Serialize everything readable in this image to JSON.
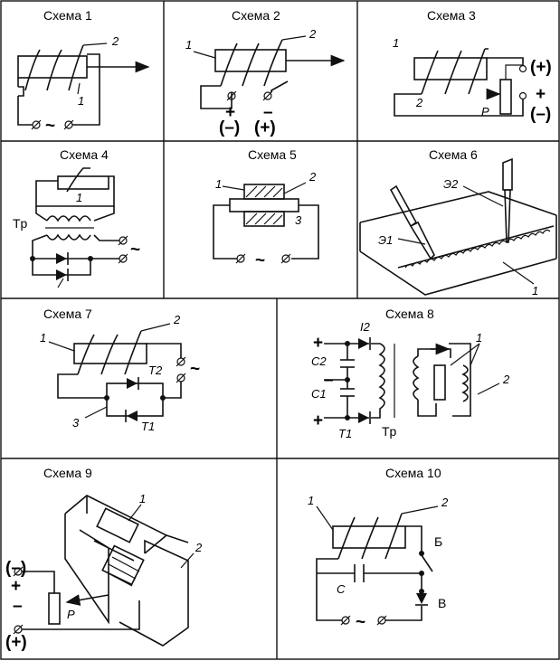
{
  "panels": [
    {
      "title": "Схема 1",
      "labels": {
        "n1": "1",
        "n2": "2",
        "ac": "~"
      }
    },
    {
      "title": "Схема 2",
      "labels": {
        "n1": "1",
        "n2": "2",
        "plus": "+",
        "minus_paren": "(–)",
        "minus": "–",
        "plus_paren": "(+)"
      }
    },
    {
      "title": "Схема 3",
      "labels": {
        "n1": "1",
        "n2": "2",
        "p": "P",
        "plus_paren": "(+)",
        "plus": "+",
        "minus_paren": "(–)"
      }
    },
    {
      "title": "Схема 4",
      "labels": {
        "n1": "1",
        "tr": "Tp",
        "ac": "~"
      }
    },
    {
      "title": "Схема 5",
      "labels": {
        "n1": "1",
        "n2": "2",
        "n3": "3",
        "ac": "~"
      }
    },
    {
      "title": "Схема 6",
      "labels": {
        "e1": "Э1",
        "e2": "Э2",
        "n1": "1"
      }
    },
    {
      "title": "Схема 7",
      "labels": {
        "n1": "1",
        "n2": "2",
        "n3": "3",
        "t1": "T1",
        "t2": "T2",
        "ac": "~"
      }
    },
    {
      "title": "Схема 8",
      "labels": {
        "plus_top": "+",
        "plus_bottom": "+",
        "minus": "–",
        "c1": "C1",
        "c2": "C2",
        "t1": "T1",
        "i2": "I2",
        "tr": "Tp",
        "n1": "1",
        "n2": "2"
      }
    },
    {
      "title": "Схема 9",
      "labels": {
        "n1": "1",
        "n2": "2",
        "p": "P",
        "minus_paren": "(–)",
        "plus": "+",
        "minus": "–",
        "plus_paren": "(+)"
      }
    },
    {
      "title": "Схема 10",
      "labels": {
        "n1": "1",
        "n2": "2",
        "c": "C",
        "b": "Б",
        "v": "B",
        "ac": "~"
      }
    }
  ]
}
